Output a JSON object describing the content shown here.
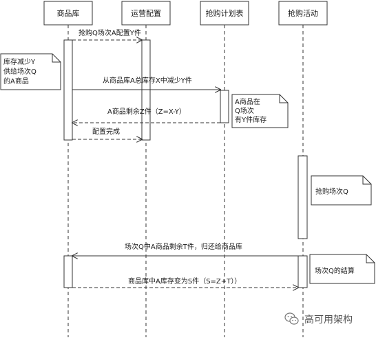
{
  "diagram": {
    "type": "sequence",
    "lifelines": [
      {
        "id": "ll-1",
        "title": "商品库"
      },
      {
        "id": "ll-2",
        "title": "运营配置"
      },
      {
        "id": "ll-3",
        "title": "抢购计划表"
      },
      {
        "id": "ll-4",
        "title": "抢购活动"
      }
    ],
    "messages": [
      {
        "id": "msg-1",
        "label": "抢购Q场次A配置Y件"
      },
      {
        "id": "msg-2",
        "label": "从商品库A总库存X中减少Y件"
      },
      {
        "id": "msg-3",
        "label": "A商品剩余Z件（Z=X-Y）"
      },
      {
        "id": "msg-4",
        "label": "配置完成"
      },
      {
        "id": "msg-5",
        "label": "场次Q中A商品剩余T件，归还给商品库"
      },
      {
        "id": "msg-6",
        "label": "商品库中A库存变为S件（S=Z+T））"
      }
    ],
    "notes": [
      {
        "id": "note-1",
        "lines": [
          "库存减少Y",
          "供给场次Q",
          "的A商品"
        ]
      },
      {
        "id": "note-2",
        "lines": [
          "A商品在",
          "Q场次",
          "有Y件库存"
        ]
      },
      {
        "id": "note-3",
        "lines": [
          "抢购场次Q"
        ]
      },
      {
        "id": "note-4",
        "lines": [
          "场次Q的结算"
        ]
      }
    ]
  },
  "watermark": {
    "text": "高可用架构",
    "icon": "wechat-icon"
  },
  "colors": {
    "line": "#333333",
    "background": "#ffffff"
  }
}
